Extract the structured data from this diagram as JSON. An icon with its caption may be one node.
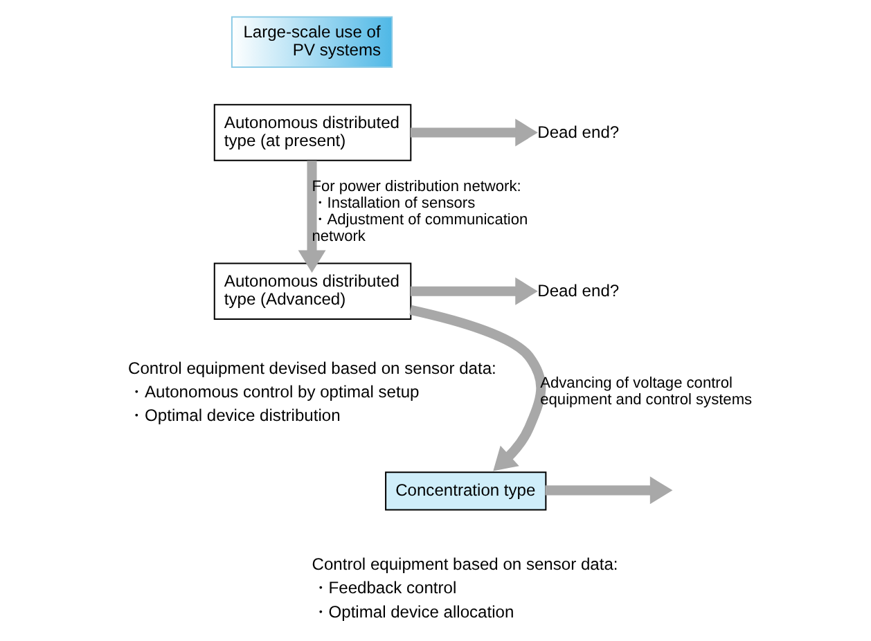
{
  "diagram": {
    "nodes": [
      {
        "text": [
          "Autonomous distributed type (at present)"
        ]
      },
      {
        "text": [
          "Dead end?"
        ]
      },
      {
        "text": [
          "Autonomous distributed type (Advanced)"
        ],
        "beside": [
          "Control equipment devised based on sensor data:",
          "・Autonomous control by optimal setup",
          "・Optimal device distribution"
        ]
      },
      {
        "text": [
          "Dead end?"
        ]
      },
      {
        "text": [
          "Concentration type"
        ],
        "beside": [
          "Control equipment based on sensor data:",
          "・Feedback control",
          "・Optimal device allocation"
        ]
      }
    ],
    "edges": [
      {
        "from": 0,
        "to": 1,
        "arrow": "to"
      },
      {
        "from": 0,
        "to": 2,
        "arrow": "to",
        "label": "For power distribution network: ・Installation of sensors ・Adjustment of communication network"
      },
      {
        "from": 2,
        "to": 3,
        "arrow": "to"
      },
      {
        "from": 2,
        "to": 4,
        "arrow": "to",
        "label": "Advancing of voltage control equipment and control systems"
      },
      {
        "from": 4,
        "to": null,
        "arrow": "to"
      }
    ],
    "labels": [
      "Large-scale use of PV systems"
    ]
  }
}
